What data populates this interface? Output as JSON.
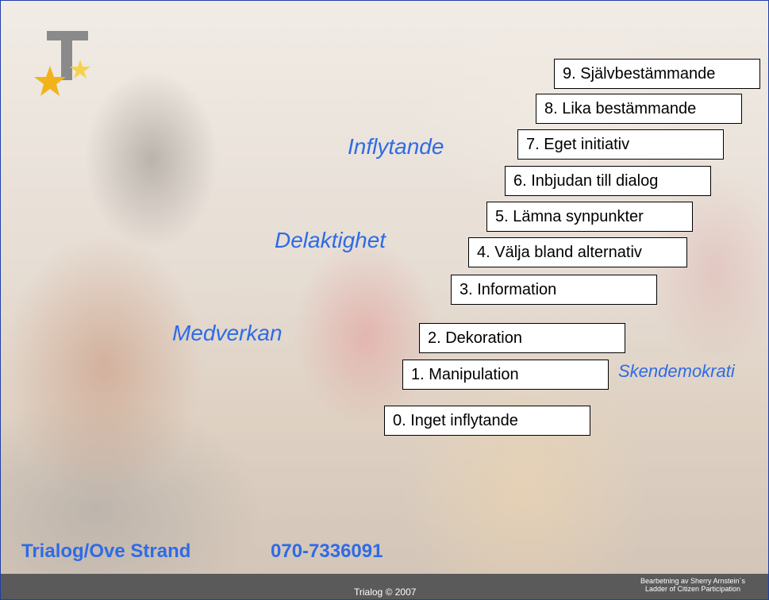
{
  "ladder": [
    {
      "label": "9. Självbestämmande"
    },
    {
      "label": "8. Lika bestämmande"
    },
    {
      "label": "7. Eget initiativ"
    },
    {
      "label": "6. Inbjudan till dialog"
    },
    {
      "label": "5. Lämna synpunkter"
    },
    {
      "label": "4. Välja bland alternativ"
    },
    {
      "label": "3. Information"
    },
    {
      "label": "2. Dekoration"
    },
    {
      "label": "1. Manipulation"
    },
    {
      "label": "0. Inget inflytande"
    }
  ],
  "levels": {
    "inflytande": "Inflytande",
    "delaktighet": "Delaktighet",
    "medverkan": "Medverkan",
    "skendemokrati": "Skendemokrati"
  },
  "footer": {
    "name": "Trialog/Ove Strand",
    "phone": "070-7336091",
    "copyright": "Trialog © 2007",
    "credit_line1": "Bearbetning av Sherry Arnstein´s",
    "credit_line2": "Ladder of Citizen Participation"
  },
  "logo": {
    "icon": "trialog-star-logo"
  },
  "colors": {
    "accent_text": "#2e6be6",
    "frame": "#1f3fa8",
    "bottombar": "#5a5a5a",
    "star": "#f2b21a"
  }
}
